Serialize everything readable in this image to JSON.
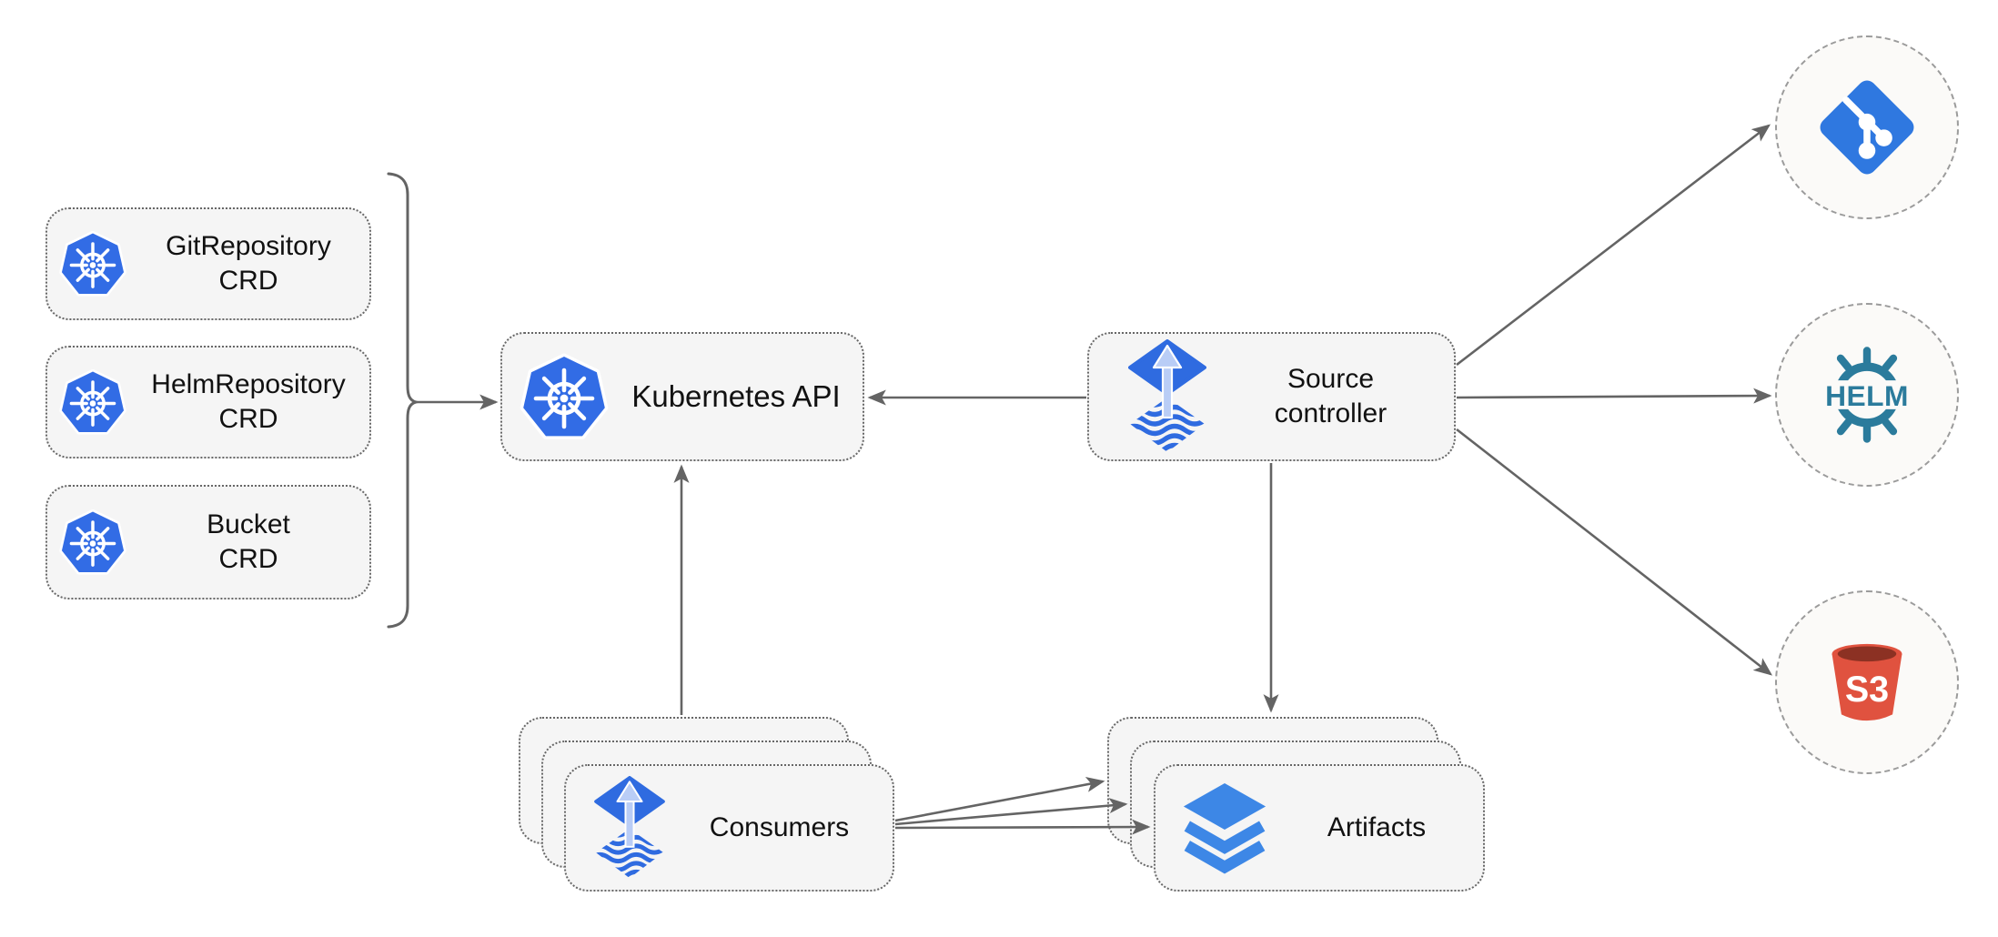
{
  "canvas": {
    "background": "#ffffff"
  },
  "colors": {
    "box_fill": "#f5f5f5",
    "box_border": "#676767",
    "arrow_gray": "#646464",
    "text": "#111111",
    "kubernetes_blue": "#326ce5",
    "flux_blue": "#2f6be0",
    "flux_arrow_light": "#b9cdf6",
    "layers_blue": "#3d87e6",
    "helm_teal": "#2b7b9c",
    "s3_red": "#e0523f",
    "s3_dark_red": "#8c3123",
    "git_blue": "#2f78e0",
    "circle_fill": "#fbfaf8",
    "circle_border": "#9b9b9b"
  },
  "crd_boxes": [
    {
      "icon": "kubernetes-icon",
      "line1": "GitRepository",
      "line2": "CRD"
    },
    {
      "icon": "kubernetes-icon",
      "line1": "HelmRepository",
      "line2": "CRD"
    },
    {
      "icon": "kubernetes-icon",
      "line1": "Bucket",
      "line2": "CRD"
    }
  ],
  "kubernetes_api": {
    "icon": "kubernetes-icon",
    "label": "Kubernetes API"
  },
  "source_controller": {
    "icon": "flux-icon",
    "line1": "Source",
    "line2": "controller"
  },
  "consumers": {
    "icon": "flux-icon",
    "label": "Consumers",
    "stack_count": 3
  },
  "artifacts": {
    "icon": "layers-icon",
    "label": "Artifacts",
    "stack_count": 3
  },
  "external_endpoints": [
    {
      "name": "git-repository",
      "icon": "git-icon"
    },
    {
      "name": "helm-repository",
      "icon": "helm-icon",
      "text": "HELM"
    },
    {
      "name": "s3-bucket",
      "icon": "s3-icon",
      "text": "S3"
    }
  ],
  "connections": [
    {
      "from": "crd-boxes-group",
      "to": "kubernetes-api"
    },
    {
      "from": "source-controller",
      "to": "kubernetes-api"
    },
    {
      "from": "consumers",
      "to": "kubernetes-api"
    },
    {
      "from": "source-controller",
      "to": "artifacts"
    },
    {
      "from": "source-controller",
      "to": "git-repository"
    },
    {
      "from": "source-controller",
      "to": "helm-repository"
    },
    {
      "from": "source-controller",
      "to": "s3-bucket"
    },
    {
      "from": "consumers",
      "to": "artifacts",
      "count": 3
    }
  ]
}
